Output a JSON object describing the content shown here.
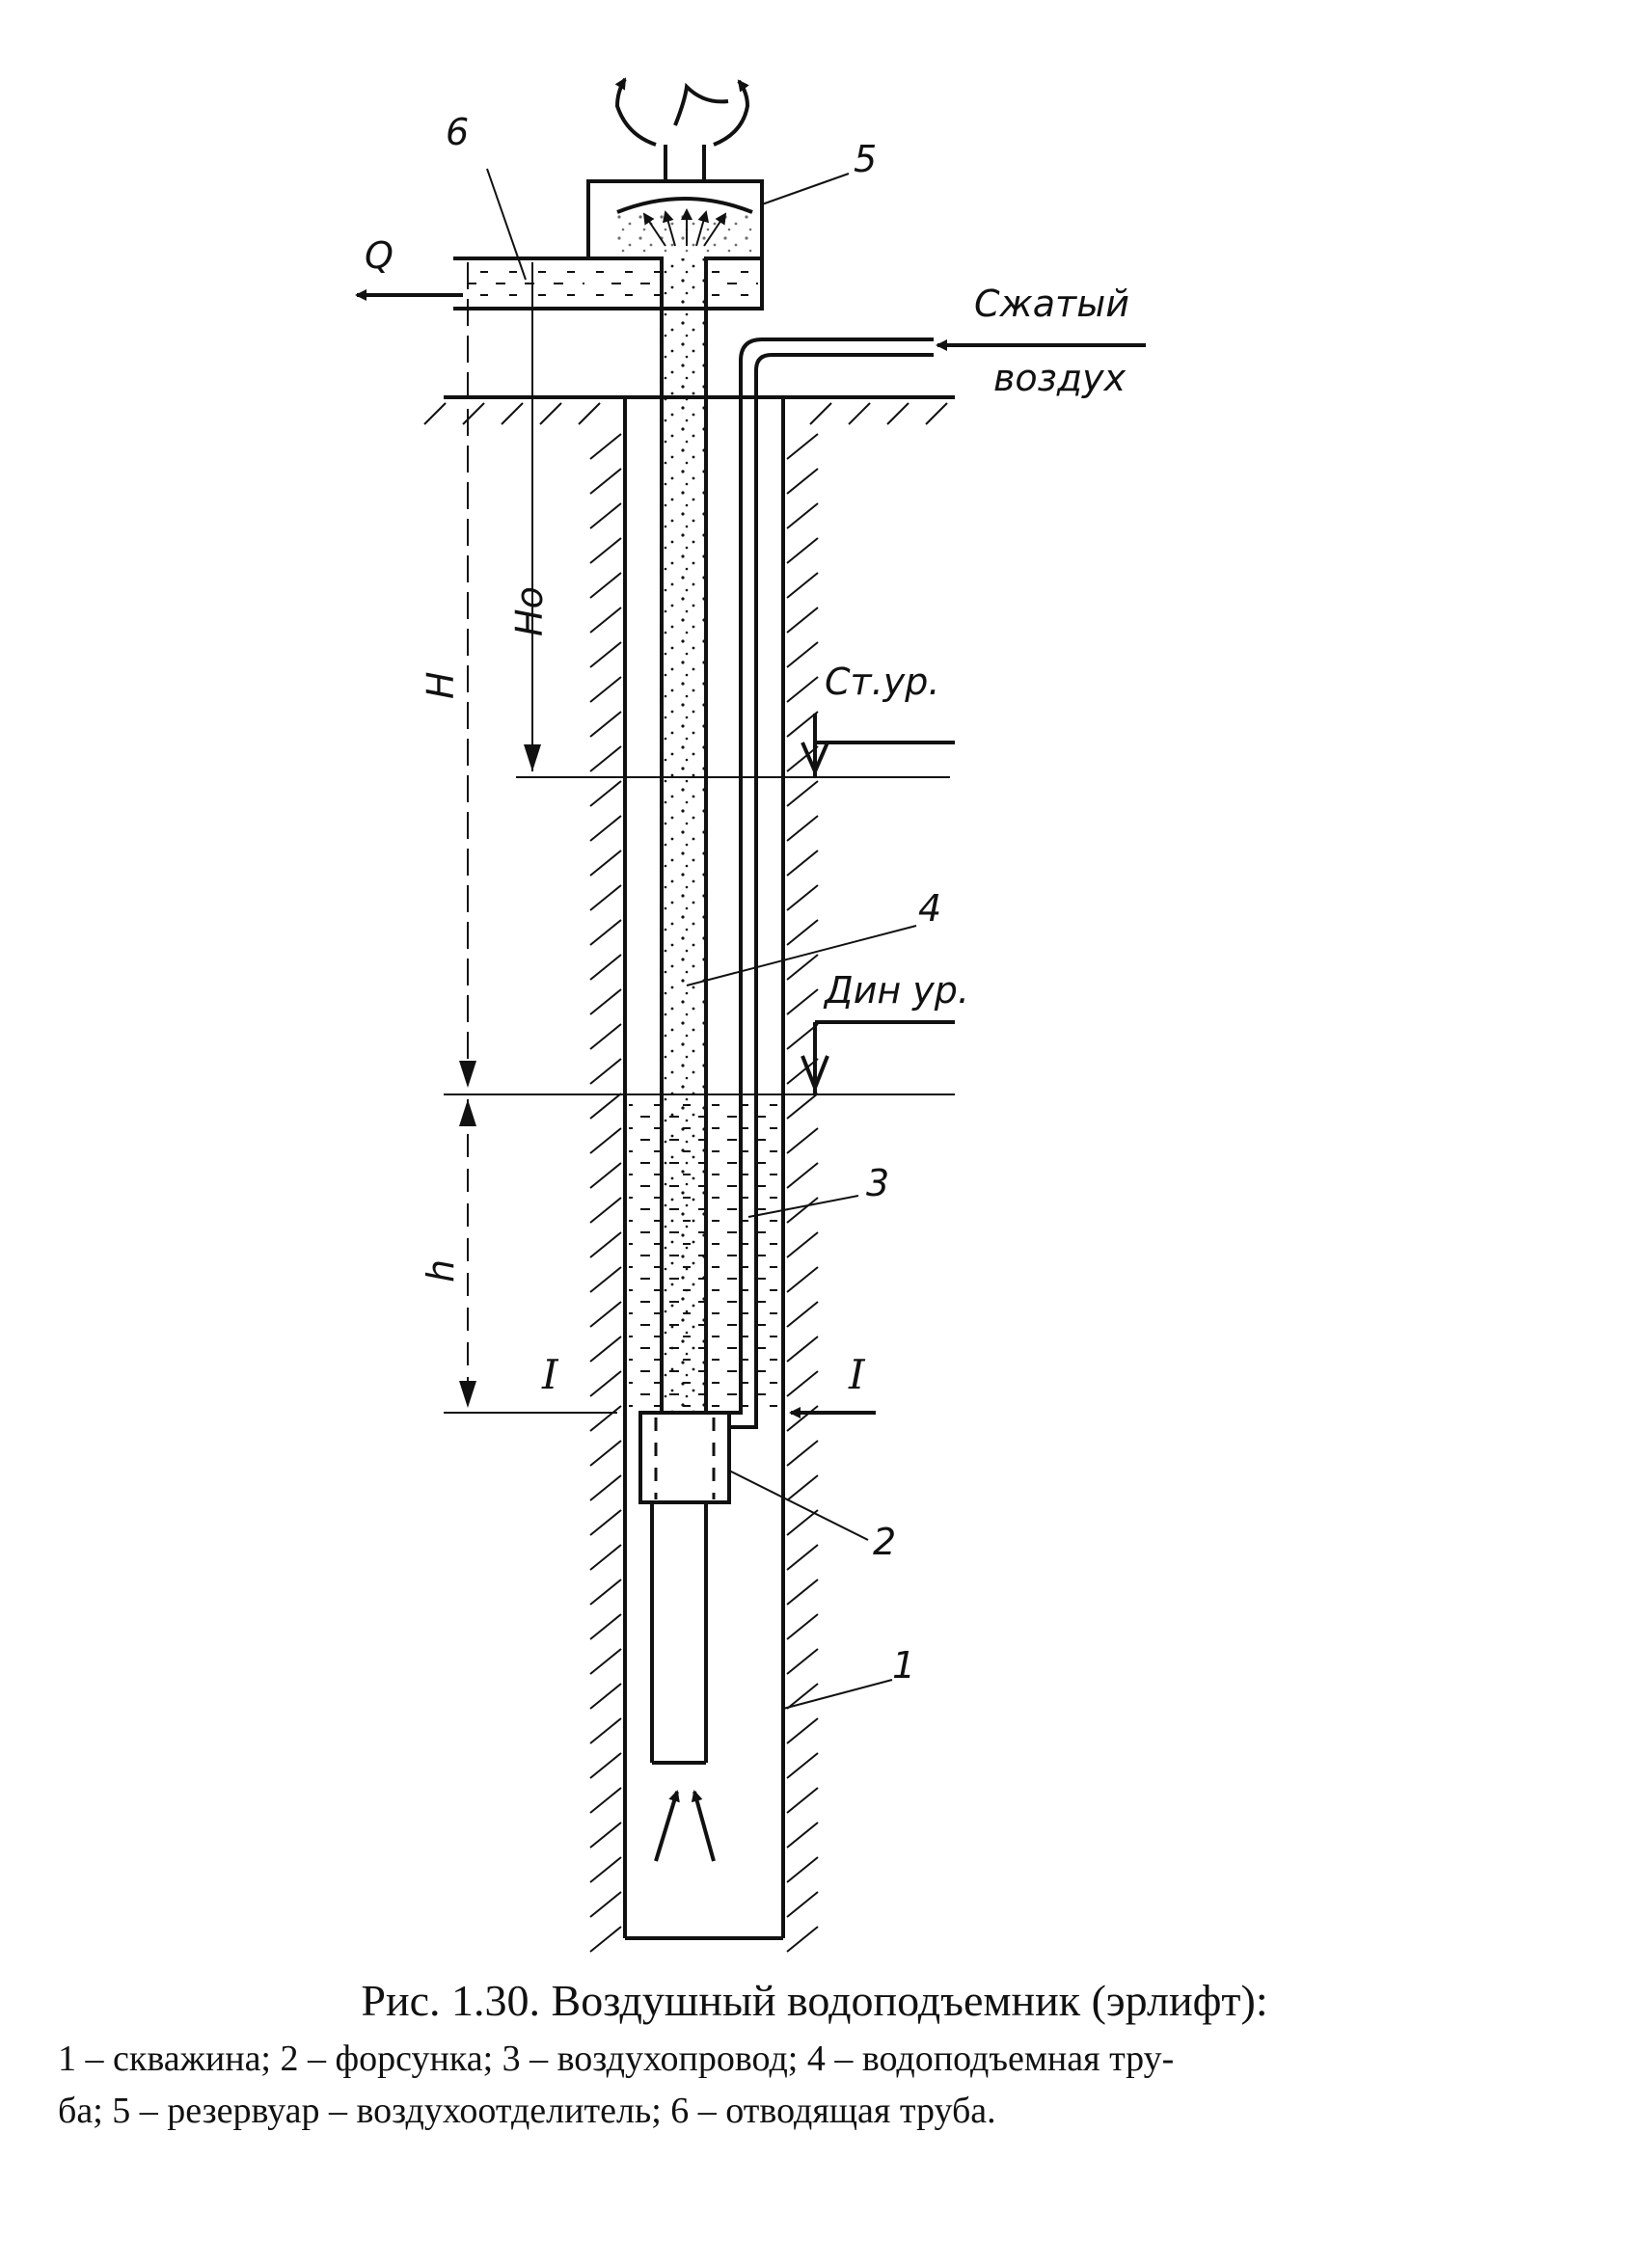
{
  "labels": {
    "n1": "1",
    "n2": "2",
    "n3": "3",
    "n4": "4",
    "n5": "5",
    "n6": "6",
    "q": "Q",
    "compressed_air_1": "Сжатый",
    "compressed_air_2": "воздух",
    "h_big": "H",
    "h0": "Hо",
    "h_small": "h",
    "static_level": "Ст.ур.",
    "dynamic_level": "Дин ур.",
    "section_left": "I",
    "section_right": "I"
  },
  "caption": {
    "title": "Рис. 1.30. Воздушный водоподъемник (эрлифт):",
    "legend_line_1": "1 – скважина; 2 – форсунка; 3 – воздухопровод; 4 – водоподъемная тру-",
    "legend_line_2": "ба; 5 – резервуар – воздухоотделитель; 6 – отводящая труба."
  },
  "colors": {
    "ink": "#111111",
    "paper": "#ffffff"
  }
}
